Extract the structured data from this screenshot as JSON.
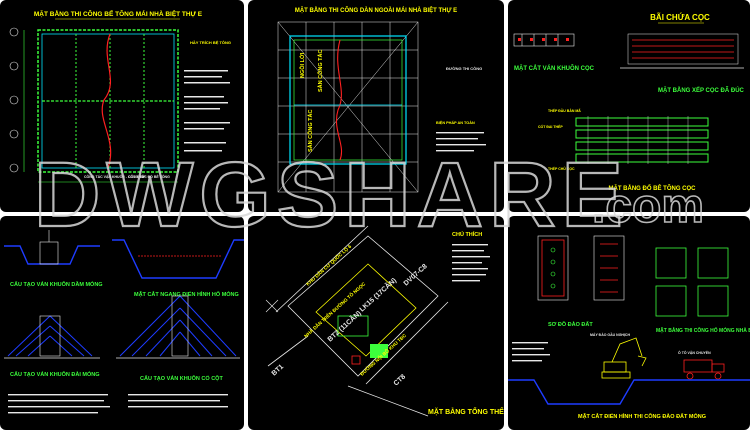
{
  "watermark": "DWGSHARE",
  "watermark_suffix": ".com",
  "panels": {
    "p1": {
      "title": "MẶT BẰNG THI CÔNG BỂ TÔNG MÁI NHÀ BIỆT THỰ E",
      "note_title": "HẦY TRÍCH BỆ TÔNG",
      "sub1": "CÔNG TÁC VẬN KHUÔN - CỐT THÉP",
      "sub2": "CÔNG TÁC ĐỔ BÊ TÔNG"
    },
    "p2": {
      "title": "MẶT BẰNG THI CÔNG DÀN NGOÀI MÁI NHÀ BIỆT THỰ E",
      "label_a": "NGỒI LỚI",
      "label_b": "SÀN CÔNG TÁC",
      "label_c": "SÀN CÔNG TÁC",
      "right_label": "ĐƯỜNG THI CÔNG",
      "note_title": "BIỆN PHÁP AN TOÀN"
    },
    "p3": {
      "title_top": "BÃI CHỨA CỌC",
      "caption1": "MẶT CẮT VÁN KHUÔN CỌC",
      "caption2": "MẶT BẰNG XẾP CỌC ĐÃ ĐÚC",
      "caption3": "MẶT BẰNG ĐỔ BÊ TÔNG CỌC",
      "small1": "THÉP ĐẦU BẢN MÃ",
      "small2": "CỐT ĐAI THÉP",
      "small3": "THÉP CHỦ CỌC"
    },
    "p4": {
      "caption1": "CẤU TẠO VÁN KHUÔN DẦM MÓNG",
      "caption2": "MẶT CẮT NGANG ĐIỂN HÌNH HỐ MÓNG",
      "caption3": "CẤU TẠO VÁN KHUÔN ĐÀI MÓNG",
      "caption4": "CẤU TẠO VÁN KHUÔN CỔ CỘT"
    },
    "p5": {
      "road_top": "KHU DÂN CƯ QUỐC LỘ 6",
      "road_left": "NHÀ DÂN TRÊN ĐƯỜNG TÔ NGỌC",
      "road_bottom": "ĐƯỜNG NỘI BỘ KHU TĐC",
      "lot1": "LK15 (17CĂN)",
      "lot2": "BT2 (11CĂN)",
      "code1": "DV07-C8",
      "code2": "BT1",
      "code3": "CT8",
      "legend_title": "CHÚ THÍCH",
      "caption": "MẶT BẰNG TỔNG THỂ"
    },
    "p6": {
      "caption1": "SƠ ĐỒ ĐÀO ĐẤT",
      "caption2": "MẶT BẰNG THI CÔNG HỐ MÓNG NHÀ BIỆT",
      "caption3": "MẶT CẮT ĐIỂN HÌNH THI CÔNG ĐÀO ĐẤT MÓNG",
      "label1": "MÁY ĐÀO GẦU NGHỊCH",
      "label2": "Ô TÔ VẬN CHUYỂN"
    }
  },
  "colors": {
    "bg": "#000000",
    "cad_yellow": "#ffff00",
    "cad_green": "#3cff3c",
    "cad_cyan": "#00e5ff",
    "cad_blue": "#1e3cff",
    "cad_red": "#ff2020",
    "cad_white": "#e8e8e8",
    "cad_magenta": "#ff40ff"
  }
}
